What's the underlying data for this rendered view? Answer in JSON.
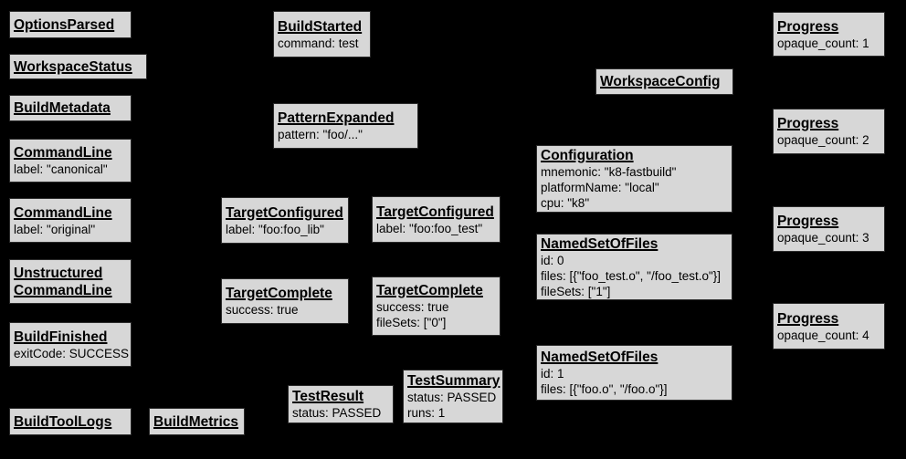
{
  "diagram": {
    "description": "Build Event Protocol event graph",
    "background_color": "#000000",
    "box_fill_color": "#d7d7d7",
    "box_border_color": "#2b2b2b",
    "text_color": "#000000"
  },
  "boxes": {
    "options_parsed": {
      "title": "OptionsParsed",
      "lines": []
    },
    "workspace_status": {
      "title": "WorkspaceStatus",
      "lines": []
    },
    "build_metadata": {
      "title": "BuildMetadata",
      "lines": []
    },
    "command_line_canonical": {
      "title": "CommandLine",
      "lines": [
        "label: \"canonical\""
      ]
    },
    "command_line_original": {
      "title": "CommandLine",
      "lines": [
        "label: \"original\""
      ]
    },
    "unstructured_command_line": {
      "title": "Unstructured CommandLine",
      "lines": []
    },
    "build_finished": {
      "title": "BuildFinished",
      "lines": [
        "exitCode: SUCCESS"
      ]
    },
    "build_tool_logs": {
      "title": "BuildToolLogs",
      "lines": []
    },
    "build_metrics": {
      "title": "BuildMetrics",
      "lines": []
    },
    "build_started": {
      "title": "BuildStarted",
      "lines": [
        "command: test"
      ]
    },
    "pattern_expanded": {
      "title": "PatternExpanded",
      "lines": [
        "pattern: \"foo/...\""
      ]
    },
    "target_configured_lib": {
      "title": "TargetConfigured",
      "lines": [
        "label: \"foo:foo_lib\""
      ]
    },
    "target_configured_test": {
      "title": "TargetConfigured",
      "lines": [
        "label: \"foo:foo_test\""
      ]
    },
    "target_complete_lib": {
      "title": "TargetComplete",
      "lines": [
        "success: true"
      ]
    },
    "target_complete_test": {
      "title": "TargetComplete",
      "lines": [
        "success: true",
        "fileSets: [\"0\"]"
      ]
    },
    "test_result": {
      "title": "TestResult",
      "lines": [
        "status: PASSED"
      ]
    },
    "test_summary": {
      "title": "TestSummary",
      "lines": [
        "status: PASSED",
        "runs: 1"
      ]
    },
    "workspace_config": {
      "title": "WorkspaceConfig",
      "lines": []
    },
    "configuration": {
      "title": "Configuration",
      "lines": [
        "mnemonic: \"k8-fastbuild\"",
        "platformName: \"local\"",
        "cpu: \"k8\""
      ]
    },
    "named_set_of_files_0": {
      "title": "NamedSetOfFiles",
      "lines": [
        "id: 0",
        "files: [{\"foo_test.o\", \"/foo_test.o\"}]",
        "fileSets: [\"1\"]"
      ]
    },
    "named_set_of_files_1": {
      "title": "NamedSetOfFiles",
      "lines": [
        "id: 1",
        "files: [{\"foo.o\", \"/foo.o\"}]"
      ]
    },
    "progress_1": {
      "title": "Progress",
      "lines": [
        "opaque_count: 1"
      ]
    },
    "progress_2": {
      "title": "Progress",
      "lines": [
        "opaque_count: 2"
      ]
    },
    "progress_3": {
      "title": "Progress",
      "lines": [
        "opaque_count: 3"
      ]
    },
    "progress_4": {
      "title": "Progress",
      "lines": [
        "opaque_count: 4"
      ]
    }
  }
}
